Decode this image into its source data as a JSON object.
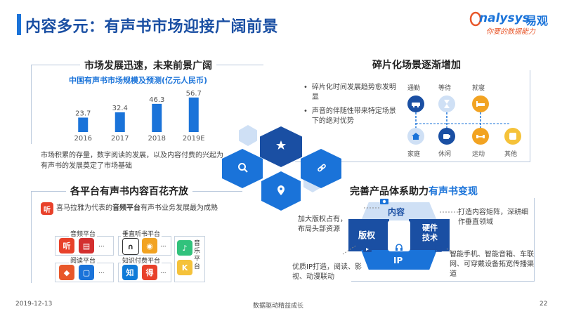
{
  "header": {
    "title": "内容多元：有声书市场迎接广阔前景",
    "logo_en": "nalysys",
    "logo_cn": "易观",
    "logo_slogan": "你要的数据能力"
  },
  "market": {
    "section_title": "市场发展迅速，未来前景广阔",
    "desc": "市场积累的存量，数字阅读的发展，以及内容付费的兴起为有声书的发展奠定了市场基础"
  },
  "chart_data": {
    "type": "bar",
    "title": "中国有声书市场规模及预测(亿元人民币)",
    "categories": [
      "2016",
      "2017",
      "2018",
      "2019E"
    ],
    "values": [
      23.7,
      32.4,
      46.3,
      56.7
    ],
    "xlabel": "",
    "ylabel": "",
    "ylim": [
      0,
      60
    ],
    "color": "#1a73d9"
  },
  "fragment": {
    "section_title": "碎片化场景逐渐增加",
    "bullets": [
      "碎片化时间发展趋势愈发明显",
      "声音的伴随性带来特定场景下的绝对优势"
    ],
    "scenes_top": [
      "通勤",
      "等待",
      "就寝"
    ],
    "scenes_bottom": [
      "家庭",
      "休闲",
      "运动",
      "其他"
    ]
  },
  "platforms": {
    "section_title": "各平台有声书内容百花齐放",
    "intro_prefix": "喜马拉雅为代表的",
    "intro_highlight": "音频平台",
    "intro_suffix": "有声书业务发展最为成熟",
    "intro_icon": "听",
    "groups": {
      "audio": "音频平台",
      "vertical": "垂直听书平台",
      "reading": "阅读平台",
      "knowledge": "知识付费平台",
      "music": "音乐平台"
    },
    "ellipsis": "..."
  },
  "monetize": {
    "section_title_prefix": "完善产品体系助力",
    "section_title_highlight": "有声书变现",
    "center": {
      "content": "内容",
      "copyright": "版权",
      "hardware": "硬件技术",
      "ip": "IP"
    },
    "left_top": "加大版权占有，布局头部资源",
    "left_bottom": "优质IP打造，阅读、影视、动漫联动",
    "right_top": "打造内容矩阵，深耕细作垂直领域",
    "right_bottom": "智能手机、智能音箱、车联网、可穿戴设备拓宽传播渠道"
  },
  "footer": {
    "date": "2019-12-13",
    "slogan": "数据驱动精益成长",
    "page": "22"
  }
}
